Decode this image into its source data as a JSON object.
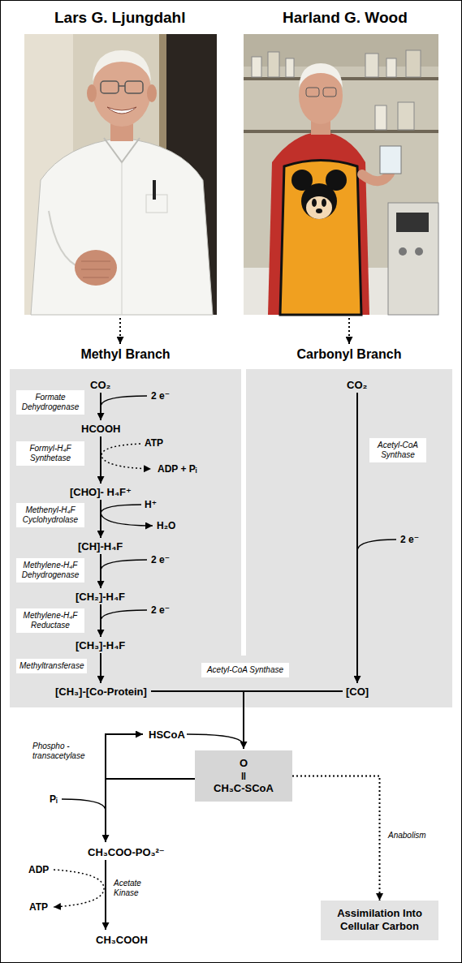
{
  "diagram": {
    "nodes": [
      {
        "text": [
          "Methyl Branch"
        ]
      },
      {
        "text": [
          "Formate Dehydrogenase"
        ],
        "in": 0
      },
      {
        "text": [
          "Formyl-H₄F Synthetase"
        ],
        "in": 0
      },
      {
        "text": [
          "Methenyl-H₄F Cyclohydrolase"
        ],
        "in": 0
      },
      {
        "text": [
          "Methylene-H₄F Dehydrogenase"
        ],
        "in": 0
      },
      {
        "text": [
          "Methylene-H₄F Reductase"
        ],
        "in": 0
      },
      {
        "text": [
          "Methyltransferase"
        ],
        "in": 0
      },
      {
        "text": [
          "Carbonyl Branch"
        ]
      },
      {
        "text": [
          "Acetyl-CoA Synthase"
        ],
        "in": 7
      },
      {
        "text": [
          "Acetyl-CoA Synthase"
        ]
      },
      {
        "text": [
          "O",
          "‖",
          "CH₃C-SCoA"
        ]
      },
      {
        "text": [
          "Assimilation Into Cellular Carbon"
        ]
      }
    ],
    "edges": [
      {
        "from": 10,
        "to": 11,
        "arrow": "to",
        "label": "Anabolism"
      }
    ],
    "labels": [
      "Lars G. Ljungdahl",
      "Harland G. Wood",
      "CO₂",
      "2 e⁻",
      "HCOOH",
      "ATP",
      "ADP + Pᵢ",
      "[CHO]- H₄F⁺",
      "H⁺",
      "H₂O",
      "[CH]-H₄F",
      "2 e⁻",
      "[CH₂]-H₄F",
      "2 e⁻",
      "[CH₃]-H₄F",
      "[CH₃]-[Co-Protein]",
      "CO₂",
      "2 e⁻",
      "[CO]",
      "HSCoA",
      "Phospho - transacetylase",
      "Pᵢ",
      "CH₃COO-PO₃²⁻",
      "ADP",
      "Acetate Kinase",
      "ATP",
      "CH₃COOH"
    ]
  }
}
